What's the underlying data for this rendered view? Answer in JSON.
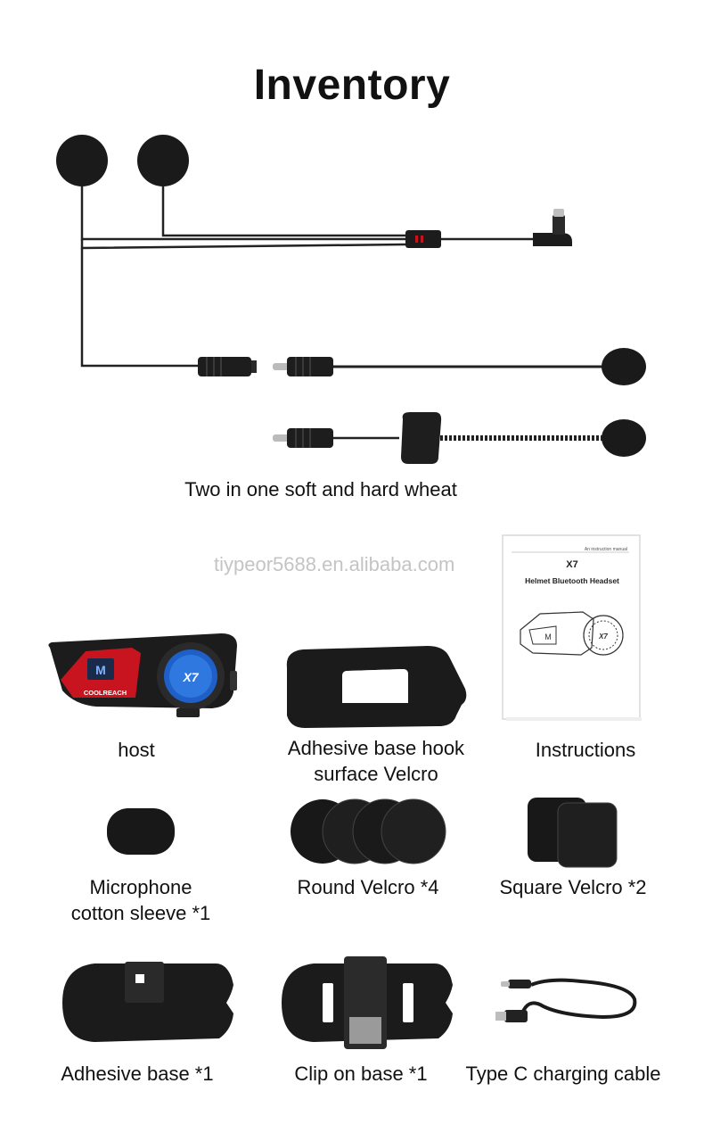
{
  "title": "Inventory",
  "cable_caption": "Two in one soft and hard wheat",
  "watermark": "tiypeor5688.en.alibaba.com",
  "manual": {
    "small_text": "An instruction manual",
    "model": "X7",
    "product": "Helmet Bluetooth Headset"
  },
  "host_device": {
    "button_label": "M",
    "brand": "COOLREACH"
  },
  "items": [
    {
      "id": "host",
      "caption_lines": [
        "host"
      ]
    },
    {
      "id": "adhesive-hook-velcro",
      "caption_lines": [
        "Adhesive base hook",
        "surface Velcro"
      ]
    },
    {
      "id": "instructions",
      "caption_lines": [
        "Instructions"
      ]
    },
    {
      "id": "mic-sleeve",
      "caption_lines": [
        "Microphone",
        "cotton sleeve *1"
      ]
    },
    {
      "id": "round-velcro",
      "caption_lines": [
        "Round Velcro *4"
      ]
    },
    {
      "id": "square-velcro",
      "caption_lines": [
        "Square Velcro *2"
      ]
    },
    {
      "id": "adhesive-base",
      "caption_lines": [
        "Adhesive base *1"
      ]
    },
    {
      "id": "clip-base",
      "caption_lines": [
        "Clip on base *1"
      ]
    },
    {
      "id": "charging-cable",
      "caption_lines": [
        "Type C charging cable"
      ]
    }
  ],
  "colors": {
    "accent_red": "#c8141e",
    "device_blue": "#1f5fc8",
    "foam_black": "#151515"
  }
}
